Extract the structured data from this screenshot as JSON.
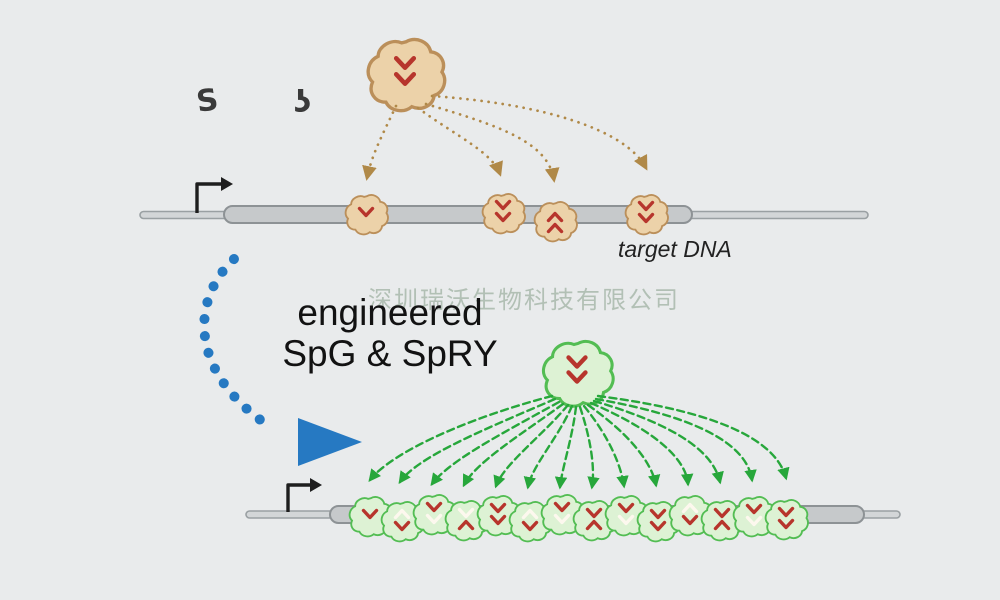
{
  "colors": {
    "background": "#e9ebec",
    "tan_fill": "#ecd2a9",
    "tan_stroke": "#bb8f5a",
    "tan_arrow": "#b08948",
    "green_fill": "#ddf2d4",
    "green_stroke": "#53bd53",
    "green_arrow": "#27a73b",
    "blue_arrow": "#2679c2",
    "chevron_red": "#b7352c",
    "watermark": "#7d967f"
  },
  "labels": {
    "engineered_line1": "engineered",
    "engineered_line2": "SpG & SpRY",
    "target_dna": "target DNA",
    "watermark": "深圳瑞沃生物科技有限公司",
    "partial_left": "S",
    "partial_right": "ʖ"
  }
}
